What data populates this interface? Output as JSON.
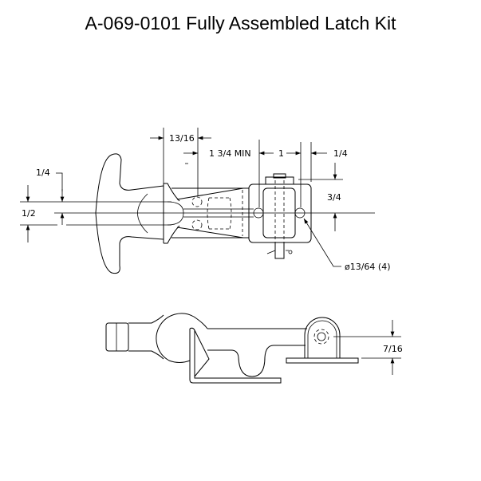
{
  "title": "A-069-0101 Fully Assembled Latch Kit",
  "dimensions": {
    "bezel_offset": "13/16",
    "min_length": "1 3/4 MIN",
    "bracket_width": "1",
    "hole_edge": "1/4",
    "bracket_height": "3/4",
    "top_offset": "1/4",
    "hole_spacing": "1/2",
    "hole_diameter": "ø13/64 (4)",
    "pivot_height": "7/16"
  }
}
